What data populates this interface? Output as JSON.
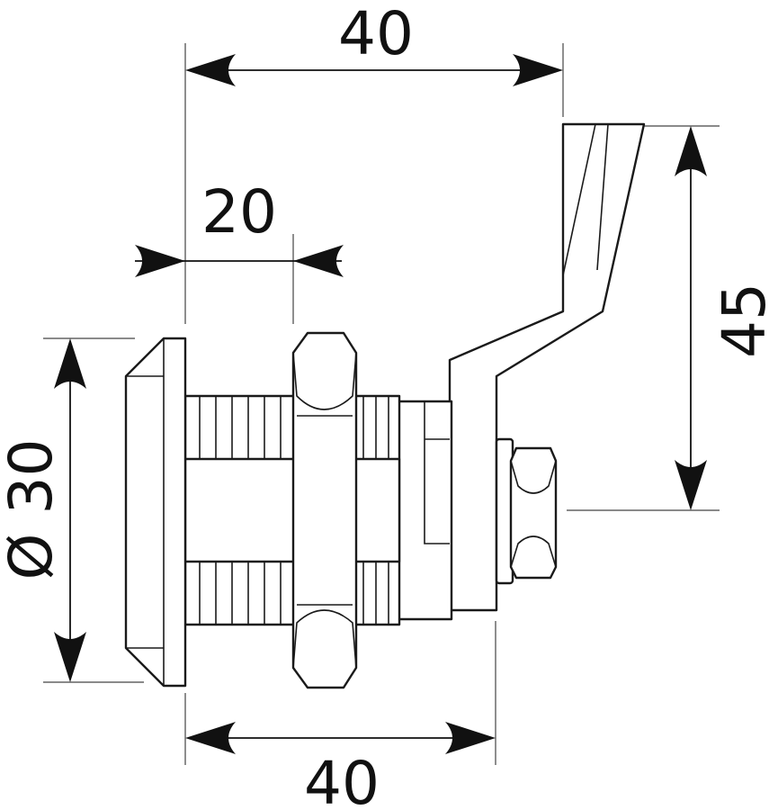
{
  "dimensions": {
    "top_width": "40",
    "shaft_length": "20",
    "diameter": "Ø 30",
    "lever_height": "45",
    "bottom_width": "40"
  }
}
